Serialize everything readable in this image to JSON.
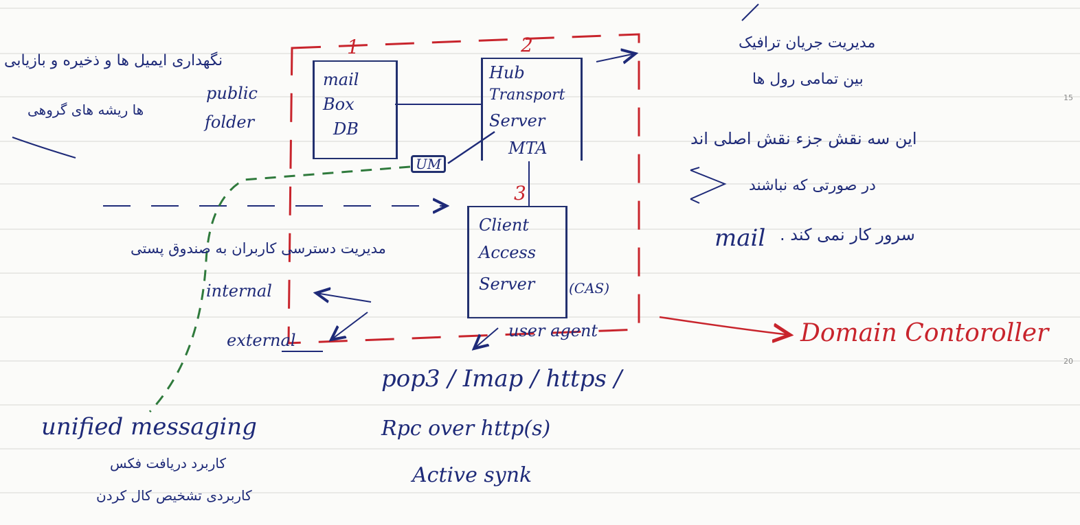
{
  "servers": {
    "mailbox": {
      "number": "1",
      "lines": [
        "mail",
        "Box",
        "DB"
      ]
    },
    "hub": {
      "number": "2",
      "lines": [
        "Hub",
        "Transport",
        "Server",
        "MTA"
      ]
    },
    "cas": {
      "number": "3",
      "lines": [
        "Client",
        "Access",
        "Server"
      ],
      "abbr": "(CAS)"
    },
    "um": "UM"
  },
  "left_notes": {
    "mailbox_note": "نگهداری ایمیل ها و ذخیره و بازیابی",
    "public_label": "public",
    "folder_label": "folder",
    "folder_note": "ها ریشه های گروهی",
    "cas_note": "مدیریت دسترسی کاربران به صندوق پستی",
    "internal": "internal",
    "external": "external",
    "user_agent": "user agent"
  },
  "right_notes": {
    "hub_note_1": "مدیریت جریان ترافیک",
    "hub_note_2": "بین تمامی رول ها",
    "roles_note_1": "این سه نقش جزء نقش اصلی اند",
    "roles_note_2": "در صورتی که نباشند",
    "roles_note_3_mail": "mail",
    "roles_note_3_rest": "سرور کار نمی کند .",
    "domain_controller": "Domain Contoroller"
  },
  "protocols": {
    "line1": "pop3 / Imap / https /",
    "line2": "Rpc over http(s)",
    "line3": "Active synk"
  },
  "unified": {
    "title": "unified messaging",
    "note_1": "کاربرد دریافت فکس",
    "note_2": "کاربردی تشخیص کال کردن"
  },
  "margin_numbers": [
    "15",
    "20"
  ]
}
